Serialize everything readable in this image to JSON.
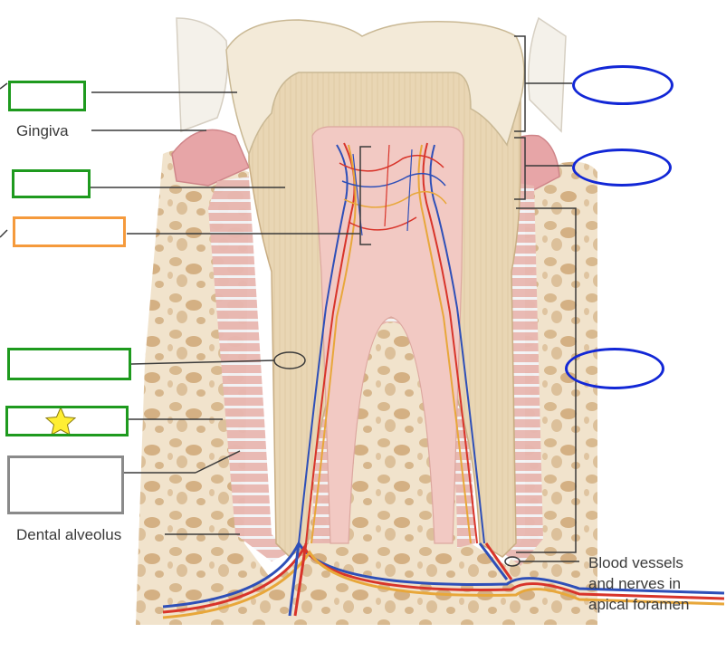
{
  "labels": {
    "gingiva": "Gingiva",
    "dental_alveolus": "Dental alveolus",
    "blood_vessels_line1": "Blood vessels",
    "blood_vessels_line2": "and nerves in",
    "blood_vessels_line3": "apical foramen"
  },
  "colors": {
    "green_box": "#1e9a1e",
    "orange_box": "#f59a3c",
    "gray_box": "#8a8a8a",
    "blue_oval": "#1227d6",
    "star_fill": "#ffee33",
    "leader_line": "#3a3a3a"
  },
  "icons": {
    "star": "star-icon"
  }
}
